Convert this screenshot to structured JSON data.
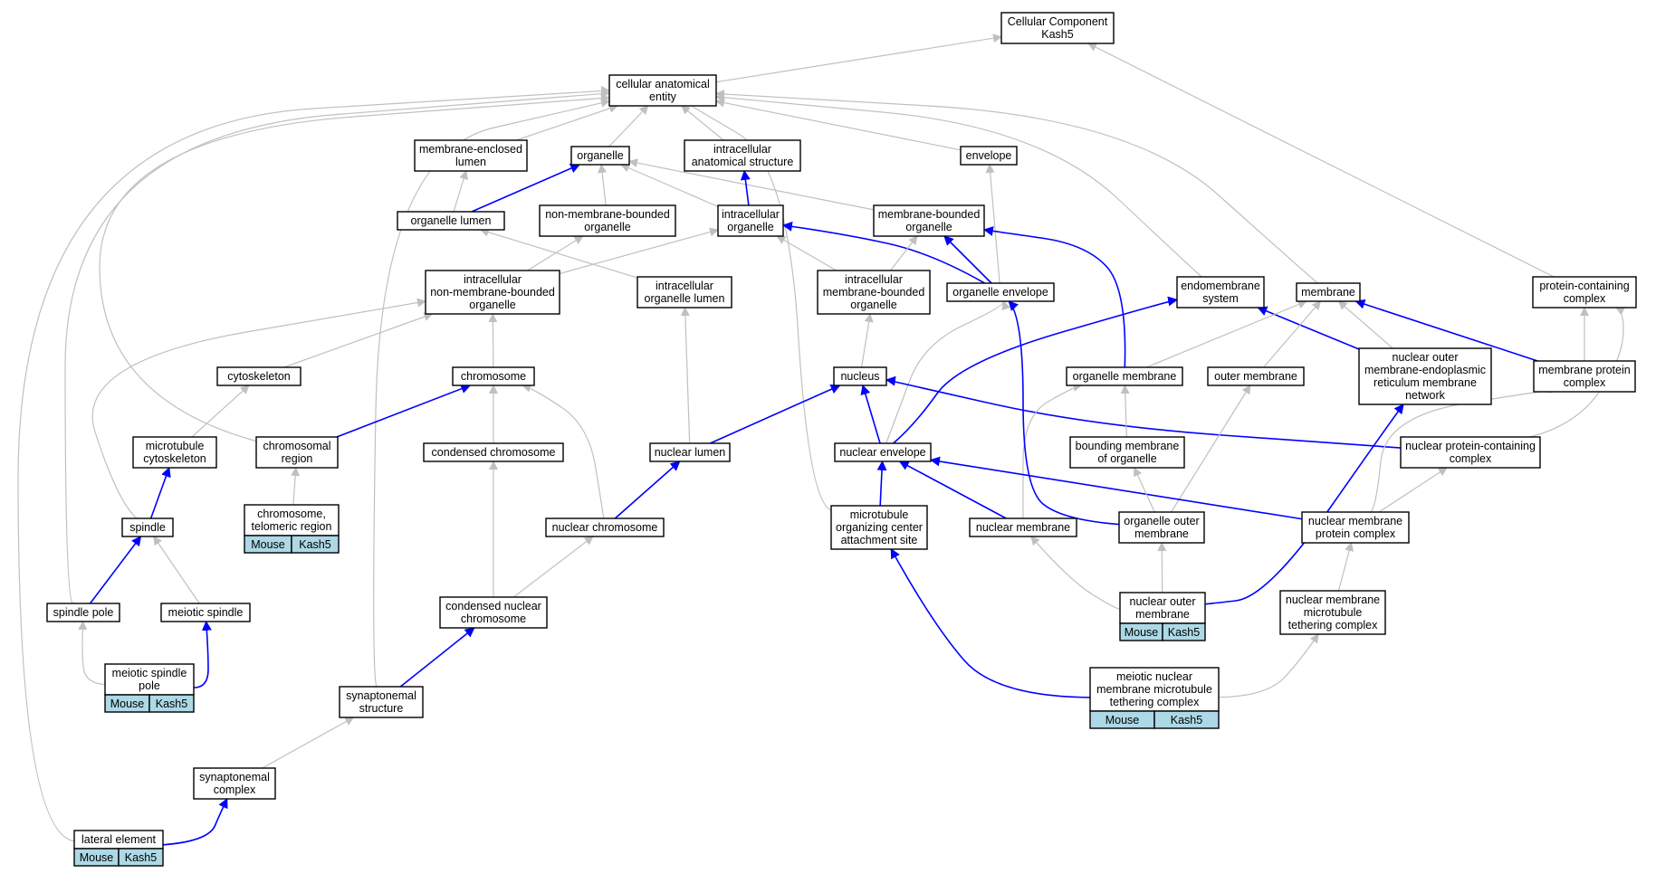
{
  "diagram": {
    "nodes": [
      {
        "id": "root",
        "lines": [
          "Cellular Component",
          "Kash5"
        ]
      },
      {
        "id": "cae",
        "lines": [
          "cellular anatomical",
          "entity"
        ]
      },
      {
        "id": "mel",
        "lines": [
          "membrane-enclosed",
          "lumen"
        ]
      },
      {
        "id": "org",
        "lines": [
          "organelle"
        ]
      },
      {
        "id": "ias",
        "lines": [
          "intracellular",
          "anatomical structure"
        ]
      },
      {
        "id": "env",
        "lines": [
          "envelope"
        ]
      },
      {
        "id": "orglumen",
        "lines": [
          "organelle lumen"
        ]
      },
      {
        "id": "nmbo",
        "lines": [
          "non-membrane-bounded",
          "organelle"
        ]
      },
      {
        "id": "iorg",
        "lines": [
          "intracellular",
          "organelle"
        ]
      },
      {
        "id": "mbo",
        "lines": [
          "membrane-bounded",
          "organelle"
        ]
      },
      {
        "id": "inmbo",
        "lines": [
          "intracellular",
          "non-membrane-bounded",
          "organelle"
        ]
      },
      {
        "id": "iol",
        "lines": [
          "intracellular",
          "organelle lumen"
        ]
      },
      {
        "id": "imbo",
        "lines": [
          "intracellular",
          "membrane-bounded",
          "organelle"
        ]
      },
      {
        "id": "orgenv",
        "lines": [
          "organelle envelope"
        ]
      },
      {
        "id": "endo",
        "lines": [
          "endomembrane",
          "system"
        ]
      },
      {
        "id": "membrane",
        "lines": [
          "membrane"
        ]
      },
      {
        "id": "pcc",
        "lines": [
          "protein-containing",
          "complex"
        ]
      },
      {
        "id": "cytosk",
        "lines": [
          "cytoskeleton"
        ]
      },
      {
        "id": "chrom",
        "lines": [
          "chromosome"
        ]
      },
      {
        "id": "nucleus",
        "lines": [
          "nucleus"
        ]
      },
      {
        "id": "orgmem",
        "lines": [
          "organelle membrane"
        ]
      },
      {
        "id": "outermem",
        "lines": [
          "outer membrane"
        ]
      },
      {
        "id": "nomern",
        "lines": [
          "nuclear outer",
          "membrane-endoplasmic",
          "reticulum membrane",
          "network"
        ]
      },
      {
        "id": "mpc",
        "lines": [
          "membrane protein",
          "complex"
        ]
      },
      {
        "id": "mtcyto",
        "lines": [
          "microtubule",
          "cytoskeleton"
        ]
      },
      {
        "id": "chromreg",
        "lines": [
          "chromosomal",
          "region"
        ]
      },
      {
        "id": "condchrom",
        "lines": [
          "condensed chromosome"
        ]
      },
      {
        "id": "nuclumen",
        "lines": [
          "nuclear lumen"
        ]
      },
      {
        "id": "nucenv",
        "lines": [
          "nuclear envelope"
        ]
      },
      {
        "id": "bmo",
        "lines": [
          "bounding membrane",
          "of organelle"
        ]
      },
      {
        "id": "npcc",
        "lines": [
          "nuclear protein-containing",
          "complex"
        ]
      },
      {
        "id": "spindle",
        "lines": [
          "spindle"
        ]
      },
      {
        "id": "ctr",
        "lines": [
          "chromosome,",
          "telomeric region"
        ],
        "tags": [
          "Mouse",
          "Kash5"
        ]
      },
      {
        "id": "nucchrom",
        "lines": [
          "nuclear chromosome"
        ]
      },
      {
        "id": "mocas",
        "lines": [
          "microtubule",
          "organizing center",
          "attachment site"
        ]
      },
      {
        "id": "nucmem",
        "lines": [
          "nuclear membrane"
        ]
      },
      {
        "id": "orgoutmem",
        "lines": [
          "organelle outer",
          "membrane"
        ]
      },
      {
        "id": "nmpc",
        "lines": [
          "nuclear membrane",
          "protein complex"
        ]
      },
      {
        "id": "spole",
        "lines": [
          "spindle pole"
        ]
      },
      {
        "id": "mspindle",
        "lines": [
          "meiotic spindle"
        ]
      },
      {
        "id": "cnchrom",
        "lines": [
          "condensed nuclear",
          "chromosome"
        ]
      },
      {
        "id": "nom",
        "lines": [
          "nuclear outer",
          "membrane"
        ],
        "tags": [
          "Mouse",
          "Kash5"
        ]
      },
      {
        "id": "nmmtc",
        "lines": [
          "nuclear membrane",
          "microtubule",
          "tethering complex"
        ]
      },
      {
        "id": "msp",
        "lines": [
          "meiotic spindle",
          "pole"
        ],
        "tags": [
          "Mouse",
          "Kash5"
        ]
      },
      {
        "id": "synstruct",
        "lines": [
          "synaptonemal",
          "structure"
        ]
      },
      {
        "id": "mnmmtc",
        "lines": [
          "meiotic nuclear",
          "membrane microtubule",
          "tethering complex"
        ],
        "tags": [
          "Mouse",
          "Kash5"
        ]
      },
      {
        "id": "syncomplex",
        "lines": [
          "synaptonemal",
          "complex"
        ]
      },
      {
        "id": "latel",
        "lines": [
          "lateral element"
        ],
        "tags": [
          "Mouse",
          "Kash5"
        ]
      }
    ]
  },
  "colors": {
    "gray_edge": "#c0c0c0",
    "blue_edge": "#0000ff",
    "tag_fill": "#add8e6",
    "box_stroke": "#000000"
  }
}
